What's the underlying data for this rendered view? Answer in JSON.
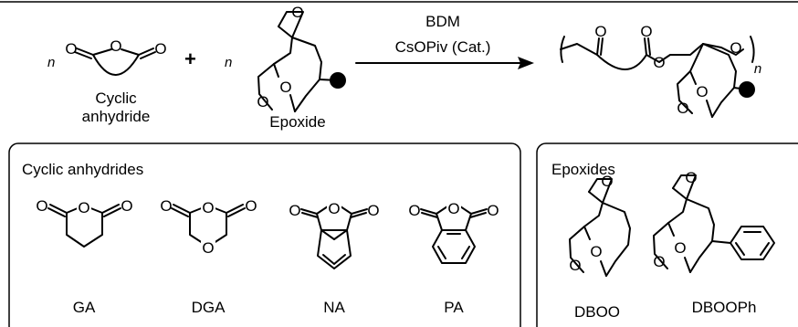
{
  "reaction": {
    "n_label": "n",
    "plus": "+",
    "reagent_top": "BDM",
    "reagent_bottom": "CsOPiv (Cat.)",
    "anhydride_caption_line1": "Cyclic",
    "anhydride_caption_line2": "anhydride",
    "epoxide_caption": "Epoxide"
  },
  "atoms": {
    "O": "O",
    "n": "n"
  },
  "panels": {
    "anhydrides": {
      "title": "Cyclic anhydrides",
      "labels": [
        "GA",
        "DGA",
        "NA",
        "PA"
      ]
    },
    "epoxides": {
      "title": "Epoxides",
      "labels": [
        "DBOO",
        "DBOOPh"
      ]
    }
  },
  "colors": {
    "ink": "#000000",
    "background": "#ffffff"
  }
}
